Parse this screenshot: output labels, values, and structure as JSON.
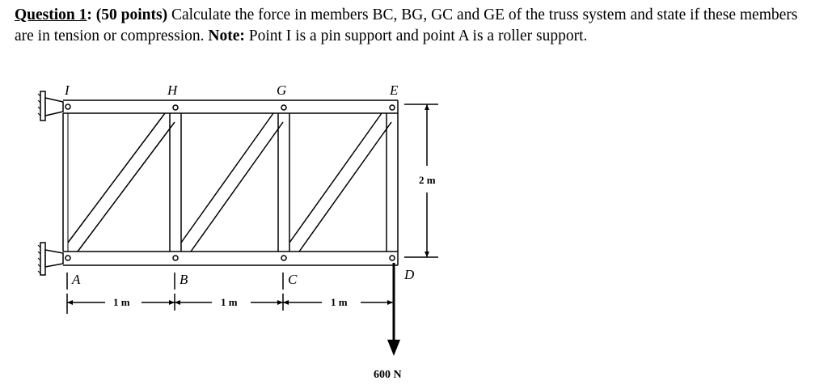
{
  "question": {
    "number": "Question 1",
    "colon": ":",
    "points": " (50 points)",
    "body": " Calculate the force in members BC, BG, GC and GE of the truss system and state if these members are in tension or compression. ",
    "note_label": "Note:",
    "note_text": " Point I is a pin support and point A is a roller support."
  },
  "diagram": {
    "node_labels": {
      "I": "I",
      "H": "H",
      "G": "G",
      "E": "E",
      "A": "A",
      "B": "B",
      "C": "C",
      "D": "D"
    },
    "dimensions": {
      "span_1": "1 m",
      "span_2": "1 m",
      "span_3": "1 m",
      "height": "2 m"
    },
    "load_label": "600 N"
  }
}
